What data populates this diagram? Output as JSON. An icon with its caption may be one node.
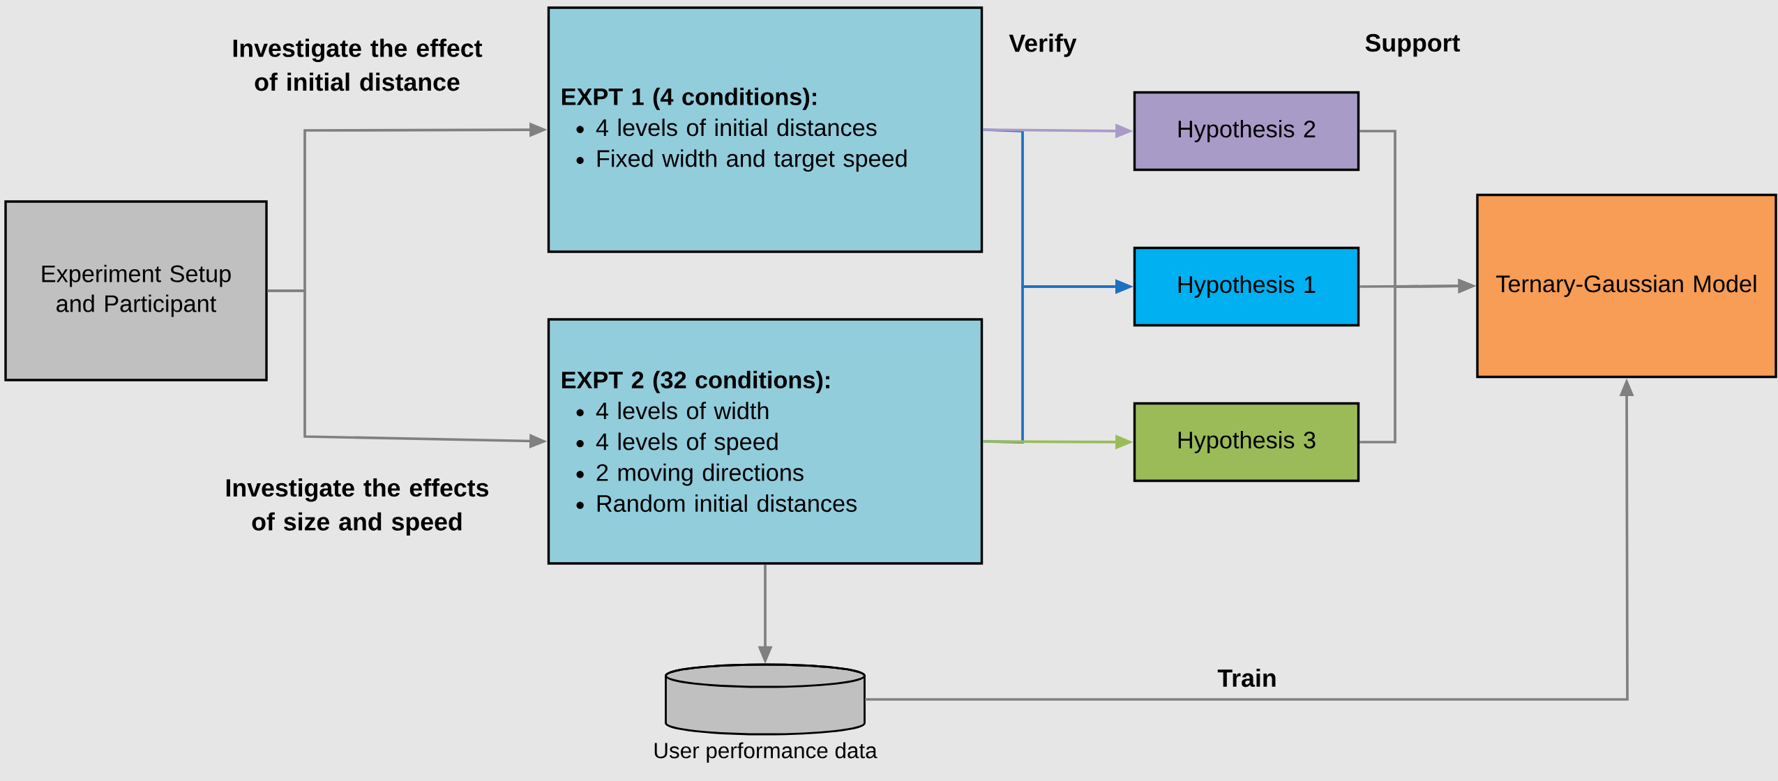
{
  "diagram": {
    "nodes": [
      {
        "text": [
          "Experiment Setup and Participant"
        ]
      },
      {
        "text": [
          "EXPT 1 (4 conditions):",
          "4 levels of initial distances",
          "Fixed width and target speed"
        ]
      },
      {
        "text": [
          "EXPT 2 (32 conditions):",
          "4 levels of width",
          "4 levels of speed",
          "2 moving directions",
          "Random initial distances"
        ]
      },
      {
        "text": [
          "Hypothesis 2"
        ]
      },
      {
        "text": [
          "Hypothesis 1"
        ]
      },
      {
        "text": [
          "Hypothesis 3"
        ]
      },
      {
        "text": [
          "Ternary-Gaussian Model"
        ]
      },
      {
        "text": [
          "User performance data"
        ]
      }
    ],
    "edges": [
      {
        "from": 0,
        "to": 1,
        "arrow": "to",
        "label": "Investigate the effect of initial distance"
      },
      {
        "from": 0,
        "to": 2,
        "arrow": "to",
        "label": "Investigate the effects of size and speed"
      },
      {
        "from": 1,
        "to": 3,
        "arrow": "to",
        "color": "#a99bc8"
      },
      {
        "from": 1,
        "to": 4,
        "arrow": "to",
        "color": "#1f70c1"
      },
      {
        "from": 2,
        "to": 4,
        "arrow": "to",
        "color": "#1f70c1"
      },
      {
        "from": 2,
        "to": 5,
        "arrow": "to",
        "color": "#9bbb59"
      },
      {
        "from": 3,
        "to": 6,
        "arrow": "to"
      },
      {
        "from": 4,
        "to": 6,
        "arrow": "to"
      },
      {
        "from": 5,
        "to": 6,
        "arrow": "to"
      },
      {
        "from": 2,
        "to": 7,
        "arrow": "to"
      },
      {
        "from": 7,
        "to": 6,
        "arrow": "to",
        "label": "Train"
      }
    ],
    "labels": [
      "Verify",
      "Support"
    ]
  }
}
